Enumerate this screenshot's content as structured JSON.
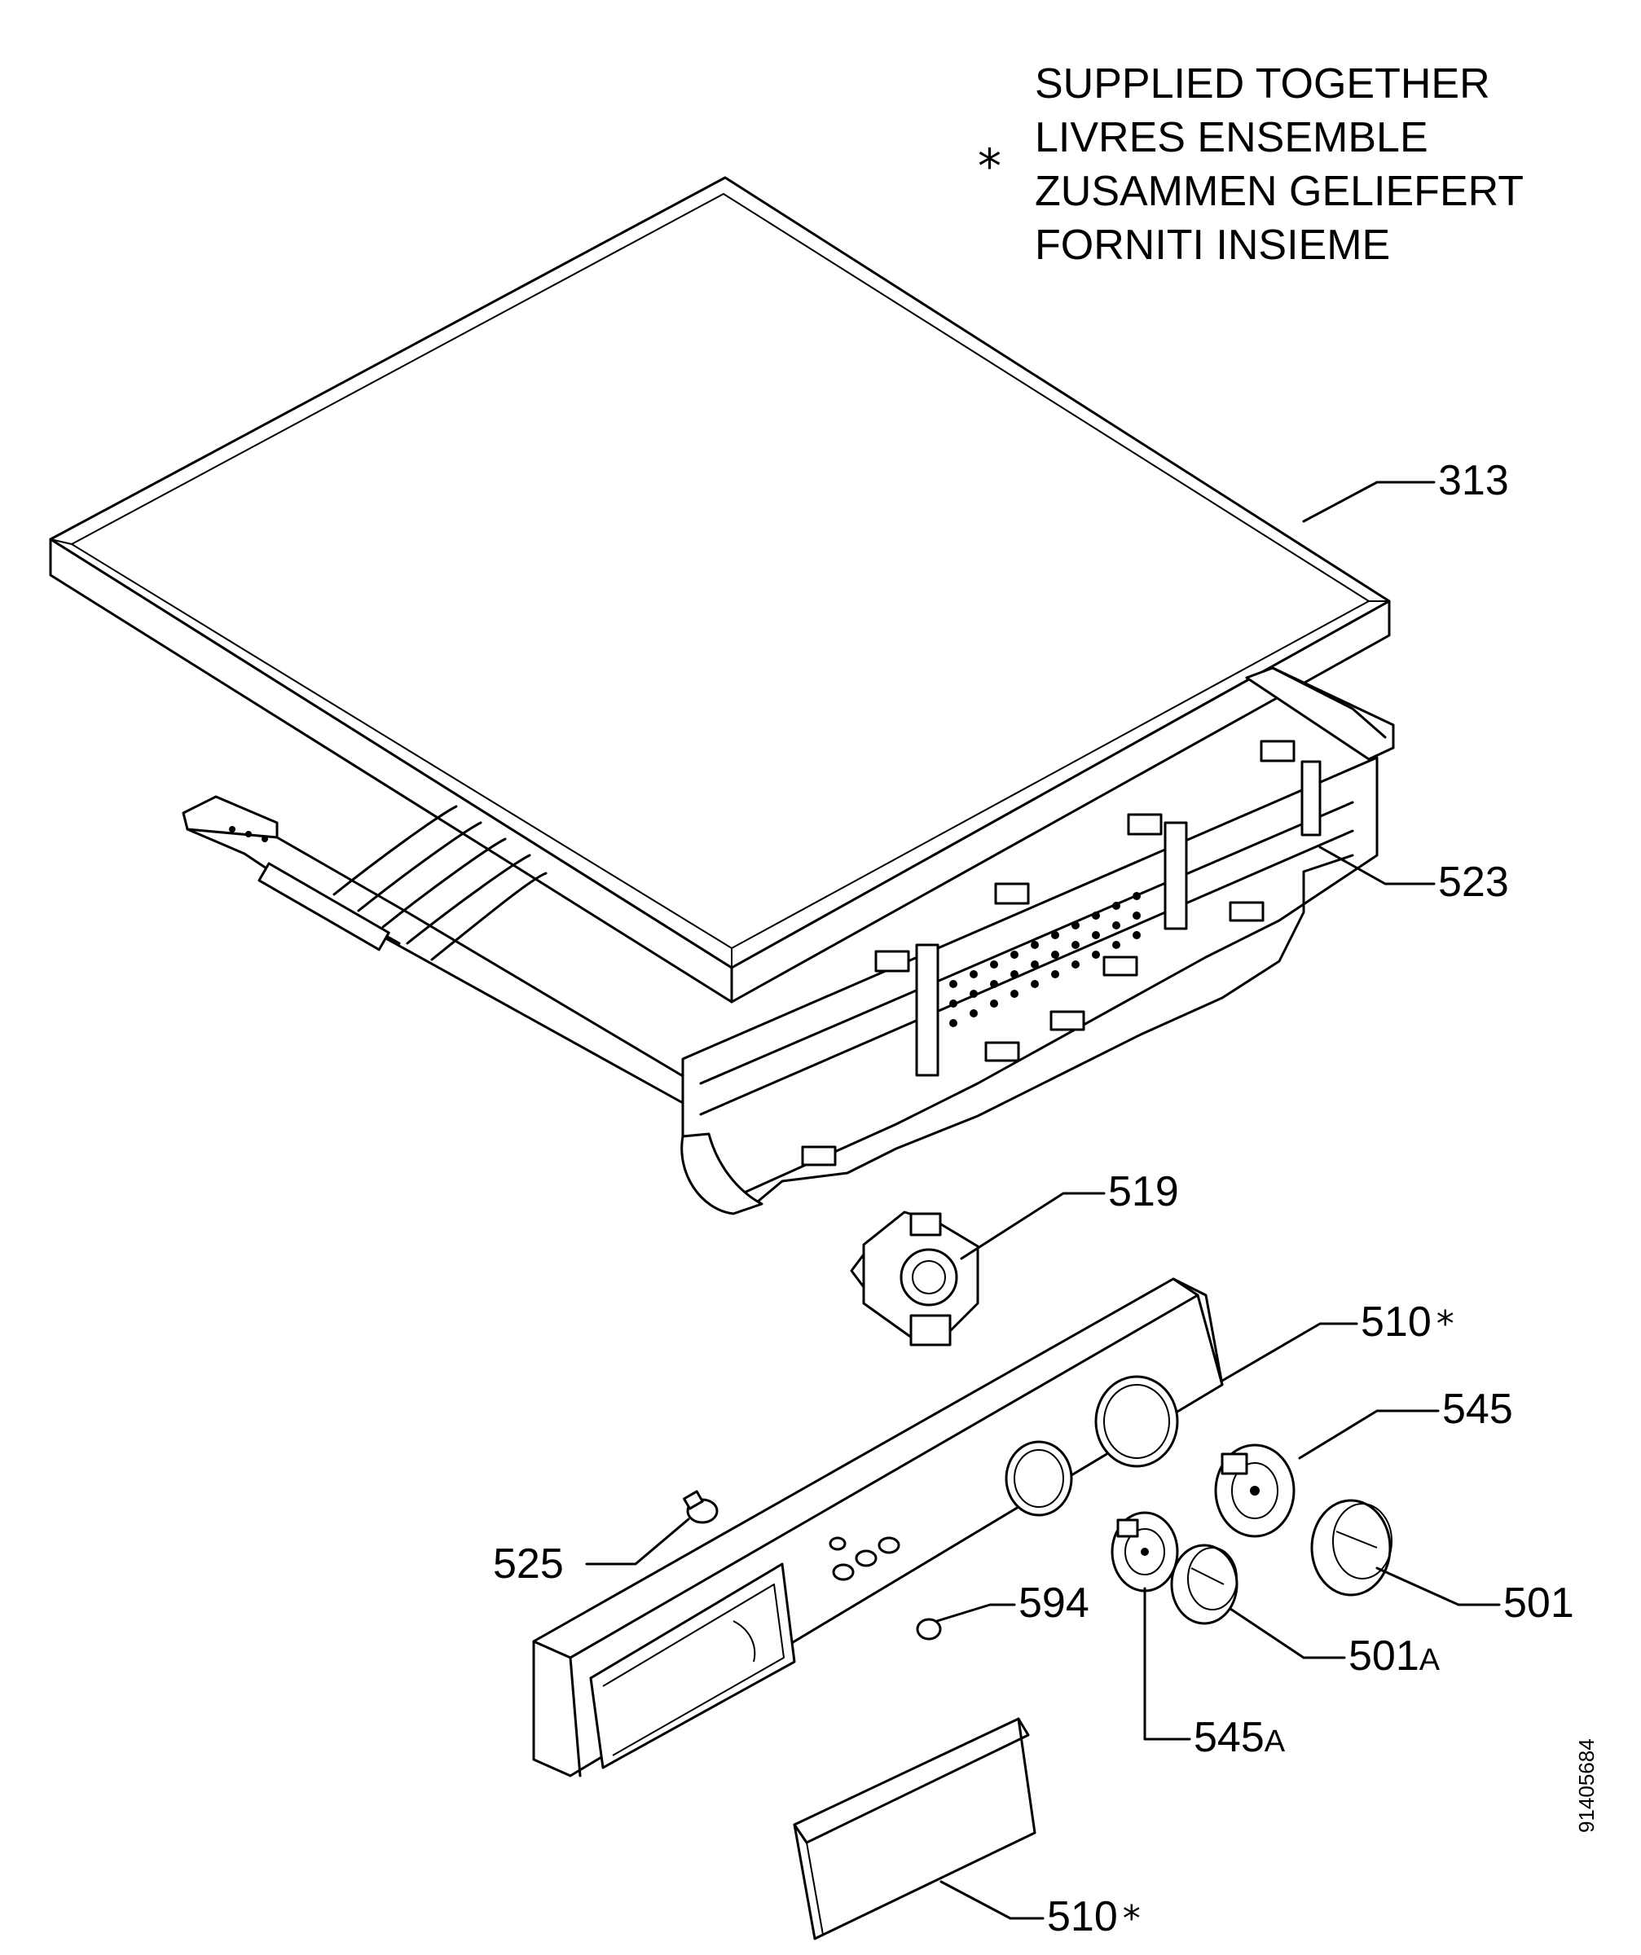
{
  "legend": {
    "symbol": "*",
    "lines": [
      "SUPPLIED TOGETHER",
      "LIVRES ENSEMBLE",
      "ZUSAMMEN GELIEFERT",
      "FORNITI INSIEME"
    ]
  },
  "parts": [
    {
      "id": "313",
      "number": "313",
      "suffix": "",
      "star": ""
    },
    {
      "id": "523",
      "number": "523",
      "suffix": "",
      "star": ""
    },
    {
      "id": "519",
      "number": "519",
      "suffix": "",
      "star": ""
    },
    {
      "id": "510a",
      "number": "510",
      "suffix": "",
      "star": "*"
    },
    {
      "id": "545",
      "number": "545",
      "suffix": "",
      "star": ""
    },
    {
      "id": "525",
      "number": "525",
      "suffix": "",
      "star": ""
    },
    {
      "id": "501",
      "number": "501",
      "suffix": "",
      "star": ""
    },
    {
      "id": "594",
      "number": "594",
      "suffix": "",
      "star": ""
    },
    {
      "id": "501A",
      "number": "501",
      "suffix": "A",
      "star": ""
    },
    {
      "id": "545A",
      "number": "545",
      "suffix": "A",
      "star": ""
    },
    {
      "id": "510b",
      "number": "510",
      "suffix": "",
      "star": "*"
    }
  ],
  "document_number": "91405684"
}
